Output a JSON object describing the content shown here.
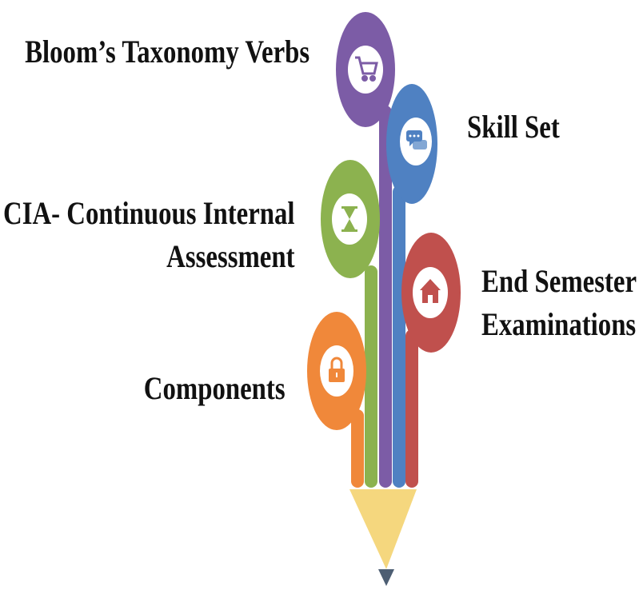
{
  "diagram": {
    "items": [
      {
        "id": "blooms",
        "text": "Bloom’s Taxonomy Verbs",
        "color": "#7c5ca6",
        "icon": "shopping-cart-icon"
      },
      {
        "id": "skill",
        "text": "Skill Set",
        "color": "#4f81c2",
        "icon": "chat-bubbles-icon"
      },
      {
        "id": "cia",
        "line1": "CIA- Continuous Internal",
        "line2": "Assessment",
        "color": "#8cb24f",
        "icon": "hourglass-icon"
      },
      {
        "id": "end",
        "line1": "End Semester",
        "line2": "Examinations",
        "color": "#c0504d",
        "icon": "house-icon"
      },
      {
        "id": "components",
        "text": "Components",
        "color": "#f0883a",
        "icon": "padlock-icon"
      }
    ],
    "pencil_tip_color": "#f5d77e",
    "pencil_lead_color": "#4d5e73"
  }
}
